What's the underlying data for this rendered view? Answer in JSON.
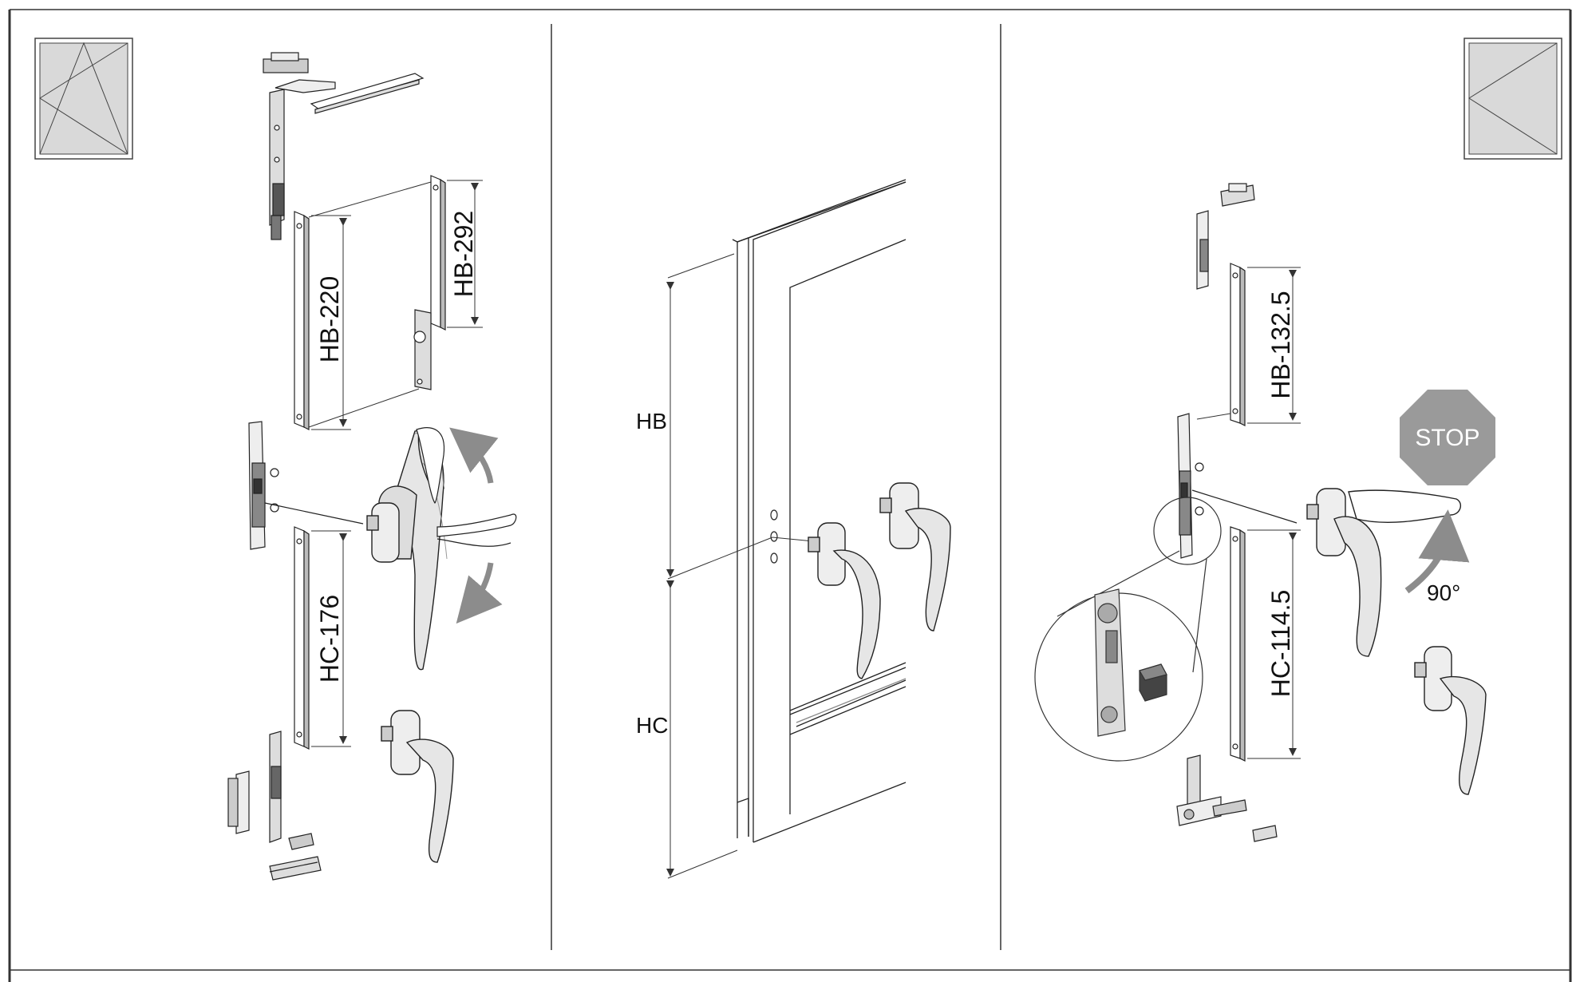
{
  "labels": {
    "hb_220": "HB-220",
    "hb_292": "HB-292",
    "hc_176": "HC-176",
    "hb": "HB",
    "hc": "HC",
    "hb_132_5": "HB-132.5",
    "hc_114_5": "HC-114.5",
    "stop": "STOP",
    "angle_90": "90°"
  },
  "icons": {
    "tilt_turn": "tilt-and-turn-window-icon",
    "turn_only": "turn-only-window-icon",
    "stop_sign": "stop-sign-icon"
  },
  "colors": {
    "line": "#333333",
    "panel_fill": "#d9d9d9",
    "arrow_gray": "#8c8c8c",
    "stop_fill": "#9a9a9a"
  }
}
